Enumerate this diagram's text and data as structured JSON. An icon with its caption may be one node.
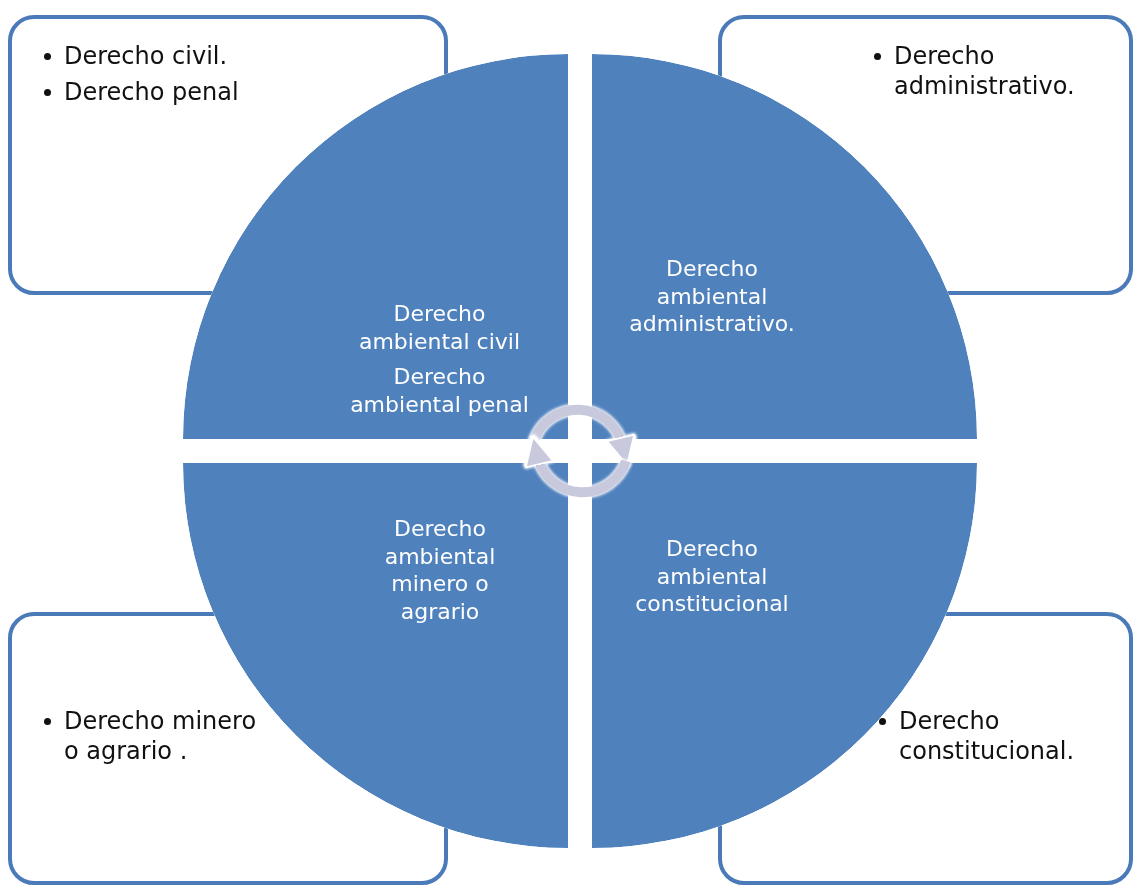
{
  "diagram": {
    "nodes": [
      {
        "text": [
          "Derecho civil.",
          "Derecho penal"
        ]
      },
      {
        "text": [
          "Derecho administrativo."
        ]
      },
      {
        "text": [
          "Derecho ambiental civil",
          "Derecho ambiental penal"
        ]
      },
      {
        "text": [
          "Derecho ambiental administrativo."
        ]
      },
      {
        "text": [
          "Derecho ambiental minero o agrario"
        ]
      },
      {
        "text": [
          "Derecho ambiental constitucional"
        ]
      },
      {
        "text": [
          "Derecho minero o agrario ."
        ]
      },
      {
        "text": [
          "Derecho constitucional."
        ]
      }
    ],
    "edges": [
      {
        "from": 2,
        "to": 3,
        "arrow": "to"
      },
      {
        "from": 5,
        "to": 4,
        "arrow": "to"
      }
    ]
  }
}
